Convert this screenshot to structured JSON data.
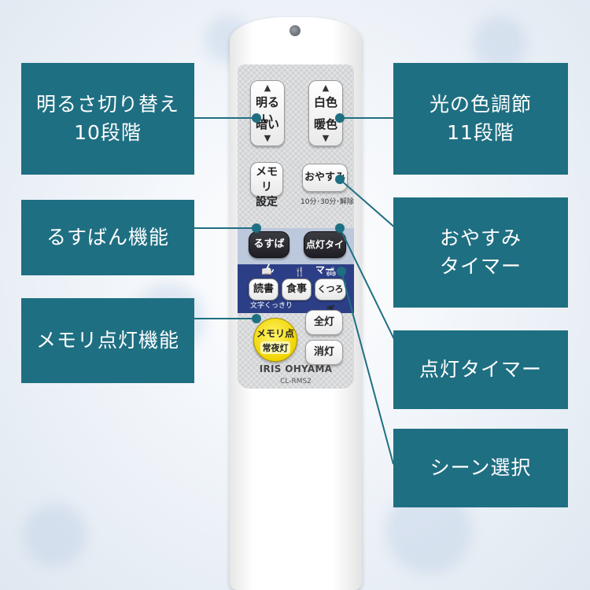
{
  "callouts": {
    "brightness": "明るさ切り替え\n10段階",
    "color": "光の色調節\n11段階",
    "rusuban": "るすばん機能",
    "oyasumi": "おやすみ\nタイマー",
    "memory": "メモリ点灯機能",
    "timer": "点灯タイマー",
    "scene": "シーン選択"
  },
  "remote": {
    "brightness_up": "明るい",
    "brightness_down": "暗い",
    "color_white": "白色",
    "color_warm": "暖色",
    "memory_set": "メモリ\n設定",
    "oyasumi_btn": "おやすみ",
    "oyasumi_sub": "10分･30分･解除",
    "rusuban_btn": "るすばん",
    "timer_btn": "点灯タイマー",
    "scene_read": "読書",
    "scene_meal": "食事",
    "scene_relax": "くつろぎ",
    "scene_read_sub": "文字くっきり",
    "memory_on": "メモリ点灯",
    "memory_night": "常夜灯",
    "full_on": "全灯",
    "off": "消灯",
    "brand": "IRIS OHYAMA",
    "model": "CL-RMS2"
  },
  "colors": {
    "callout_bg": "#1f6f82",
    "line": "#1f6f82",
    "memory_button": "#efd400",
    "scene_band": "#2c3f86"
  },
  "icons": {
    "up": "▲",
    "down": "▼",
    "book": "📖",
    "fork": "🍴",
    "sofa": "🛋"
  }
}
